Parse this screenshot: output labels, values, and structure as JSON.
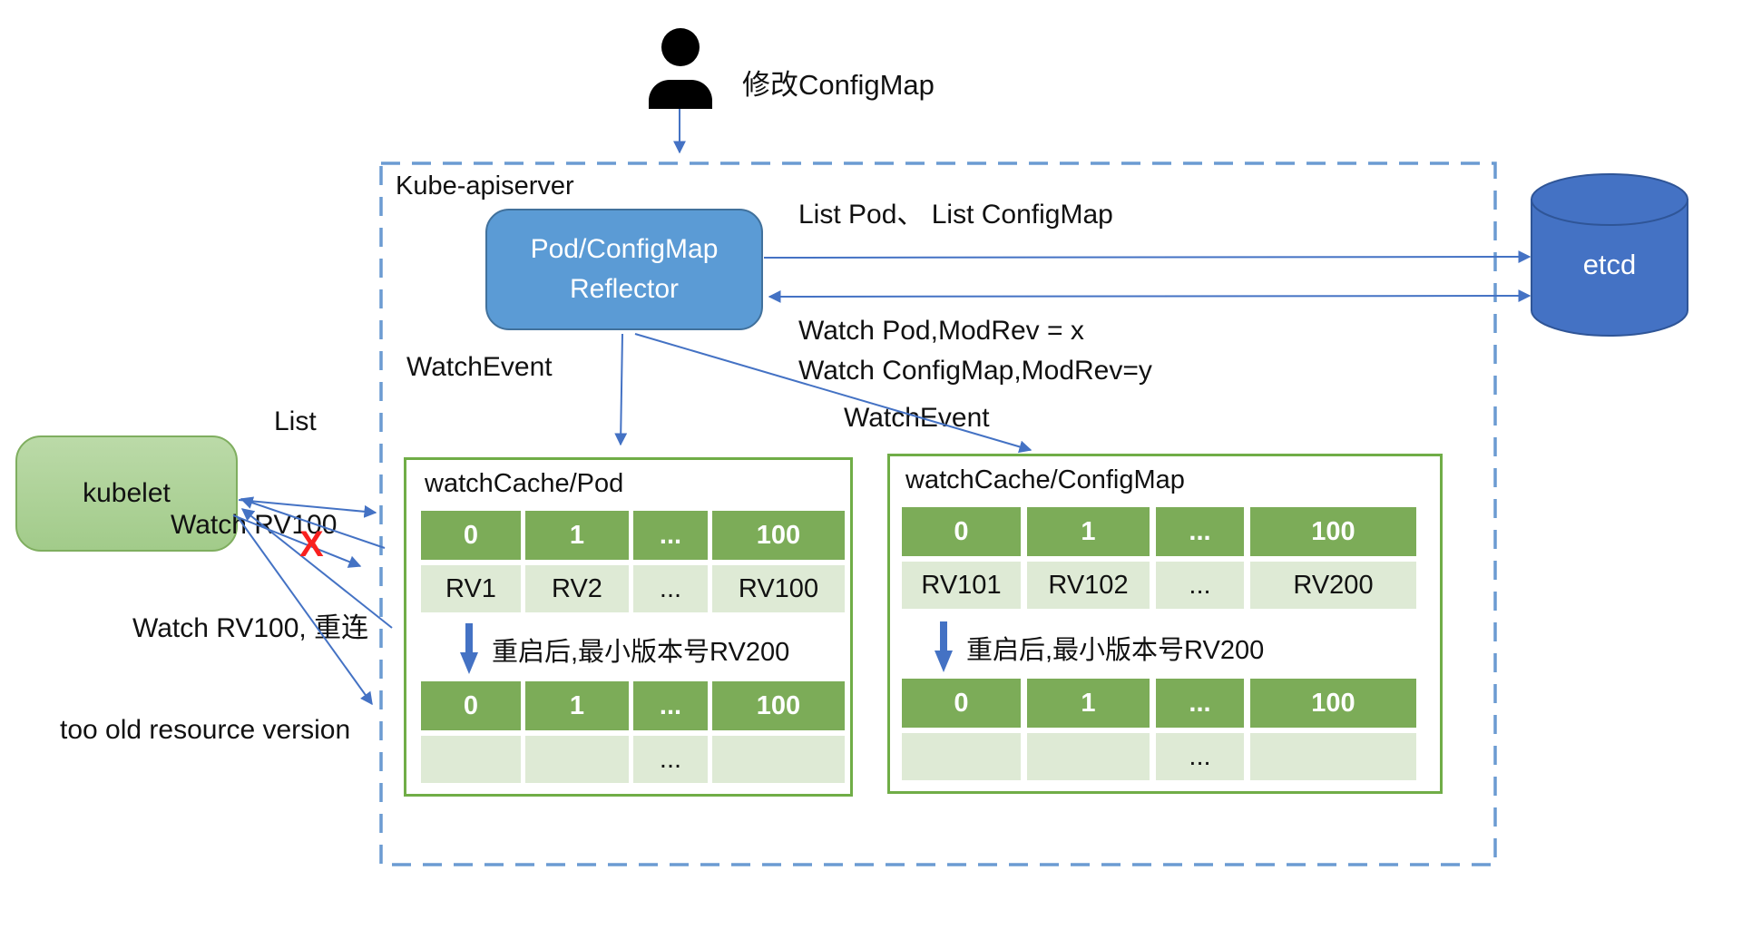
{
  "person": {
    "label": "修改ConfigMap"
  },
  "apiserver": {
    "label": "Kube-apiserver"
  },
  "reflector": {
    "line1": "Pod/ConfigMap",
    "line2": "Reflector"
  },
  "etcd": {
    "label": "etcd"
  },
  "kubelet": {
    "label": "kubelet"
  },
  "labels": {
    "list_etcd": "List Pod、 List ConfigMap",
    "watch_pod": "Watch Pod,ModRev = x",
    "watch_configmap": "Watch ConfigMap,ModRev=y",
    "watch_event_left": "WatchEvent",
    "watch_event_right": "WatchEvent",
    "kubelet_list": "List",
    "watch_rv100": "Watch RV100",
    "watch_rv100_reconnect": "Watch RV100, 重连",
    "too_old": "too old resource version",
    "x_mark": "X"
  },
  "pod_cache": {
    "title": "watchCache/Pod",
    "header": [
      "0",
      "1",
      "...",
      "100"
    ],
    "row": [
      "RV1",
      "RV2",
      "...",
      "RV100"
    ],
    "restart_note": "重启后,最小版本号RV200",
    "header_after": [
      "0",
      "1",
      "...",
      "100"
    ],
    "row_after": [
      "",
      "",
      "...",
      ""
    ]
  },
  "configmap_cache": {
    "title": "watchCache/ConfigMap",
    "header": [
      "0",
      "1",
      "...",
      "100"
    ],
    "row": [
      "RV101",
      "RV102",
      "...",
      "RV200"
    ],
    "restart_note": "重启后,最小版本号RV200",
    "header_after": [
      "0",
      "1",
      "...",
      "100"
    ],
    "row_after": [
      "",
      "",
      "...",
      ""
    ]
  },
  "colors": {
    "arrow_blue": "#4472C4",
    "dashed_border_blue": "#6B9BD2",
    "reflector_fill": "#5B9BD5",
    "reflector_border": "#41719C",
    "etcd_fill": "#4472C4",
    "etcd_border": "#2F5597",
    "kubelet_fill": "#A9D18E",
    "kubelet_border": "#7FAE5F",
    "table_header_green": "#7CAC58",
    "table_row_green": "#DEEAD5",
    "cache_box_border": "#70AD47",
    "error_red": "#F9201F"
  }
}
